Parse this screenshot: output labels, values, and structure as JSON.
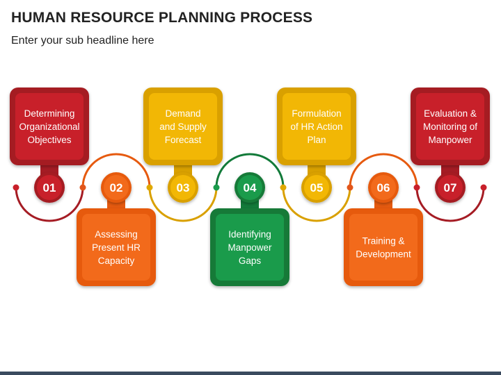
{
  "header": {
    "title": "HUMAN RESOURCE PLANNING PROCESS",
    "subtitle": "Enter your sub headline here"
  },
  "colors": {
    "red": "#c8202a",
    "orange": "#f26a1b",
    "yellow": "#f2b705",
    "green": "#1a9b4b",
    "connector": "#a51c24"
  },
  "steps": [
    {
      "number": "01",
      "lines": [
        "Determining",
        "Organizational",
        "Objectives"
      ],
      "color": "red",
      "position": "top"
    },
    {
      "number": "02",
      "lines": [
        "Assessing",
        "Present HR",
        "Capacity"
      ],
      "color": "orange",
      "position": "bottom"
    },
    {
      "number": "03",
      "lines": [
        "Demand",
        "and Supply",
        "Forecast"
      ],
      "color": "yellow",
      "position": "top"
    },
    {
      "number": "04",
      "lines": [
        "Identifying",
        "Manpower",
        "Gaps"
      ],
      "color": "green",
      "position": "bottom"
    },
    {
      "number": "05",
      "lines": [
        "Formulation",
        "of HR Action",
        "Plan"
      ],
      "color": "yellow",
      "position": "top"
    },
    {
      "number": "06",
      "lines": [
        "Training &",
        "Development"
      ],
      "color": "orange",
      "position": "bottom"
    },
    {
      "number": "07",
      "lines": [
        "Evaluation &",
        "Monitoring of",
        "Manpower"
      ],
      "color": "red",
      "position": "top"
    }
  ]
}
